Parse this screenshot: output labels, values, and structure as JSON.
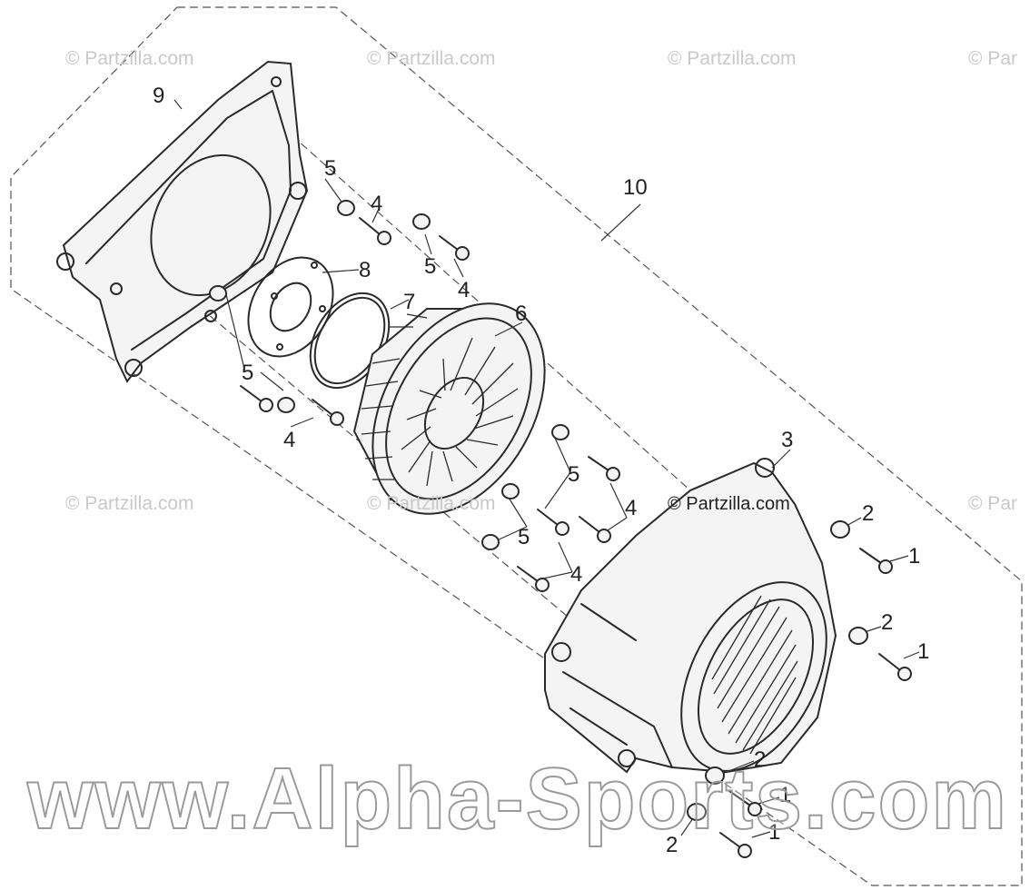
{
  "watermarks": {
    "partzilla_text": "© Partzilla.com",
    "partzilla_edge_text": "© Par",
    "alpha_sports_text": "www.Alpha-Sports.com"
  },
  "callouts": {
    "part_1": "1",
    "part_2": "2",
    "part_3": "3",
    "part_4": "4",
    "part_5": "5",
    "part_6": "6",
    "part_7": "7",
    "part_8": "8",
    "part_9": "9",
    "part_10": "10"
  },
  "icons": {
    "bolt": "bolt-icon",
    "collar": "collar-icon"
  },
  "colors": {
    "line": "#2a2a2a",
    "watermark": "#c9c9c9"
  }
}
